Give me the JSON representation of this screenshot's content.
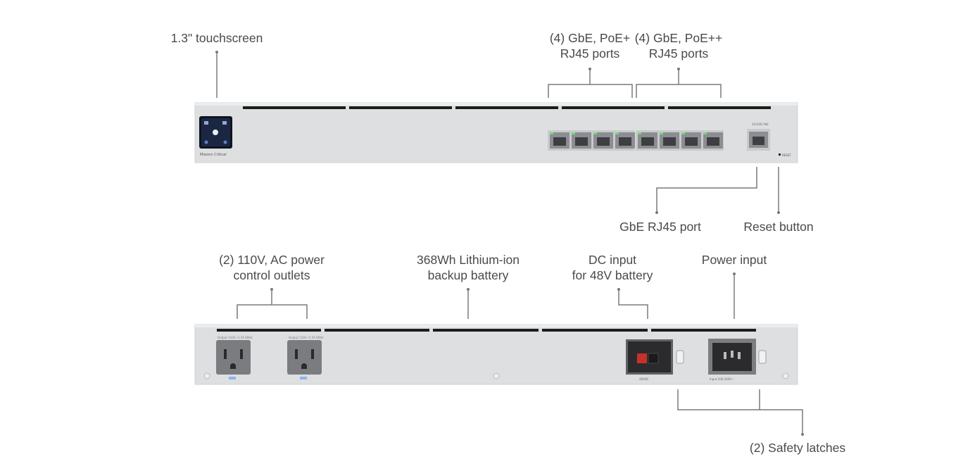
{
  "labels": {
    "touchscreen": "1.3\" touchscreen",
    "poe_plus": [
      "(4) GbE, PoE+",
      "RJ45 ports"
    ],
    "poe_plusplus": [
      "(4) GbE, PoE++",
      "RJ45 ports"
    ],
    "gbe_port": "GbE RJ45 port",
    "reset": "Reset button",
    "ac_outlets": [
      "(2) 110V, AC power",
      "control outlets"
    ],
    "battery": [
      "368Wh Lithium-ion",
      "backup battery"
    ],
    "dc_input": [
      "DC input",
      "for 48V battery"
    ],
    "power_input": "Power input",
    "safety_latches": "(2) Safety latches"
  },
  "front_panel": {
    "brand_text": "Mission Critical",
    "uplink_label": "1G/10G PoE",
    "reset_label": "RESET"
  },
  "rear_panel": {
    "outlet_label": "Output 110V~5.5A 60Hz",
    "dc_label": "48VDC",
    "power_label": "Input 100-240V~"
  },
  "colors": {
    "chassis": "#dfe0e2",
    "vent": "#1e1e1e",
    "port_led": "#6fe06a",
    "leader": "#7a7a7a"
  }
}
